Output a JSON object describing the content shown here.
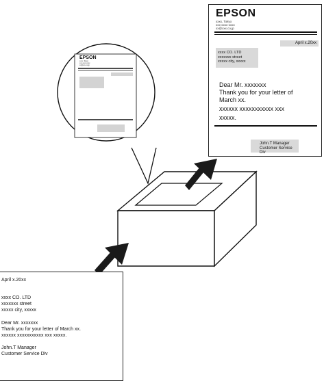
{
  "output_page": {
    "logo": "EPSON",
    "header_lines": [
      "xxxx, Tokyo",
      "xxx-xxxx-xxxx",
      "xx@xxx.co.jp"
    ],
    "date": "April x.20xx",
    "address_lines": [
      "xxxx CO. LTD",
      "xxxxxxx street",
      "xxxxx city, xxxxx"
    ],
    "body_lines": [
      "Dear Mr. xxxxxxx",
      "Thank you for your letter of",
      "March xx.",
      "xxxxxx xxxxxxxxxxx xxx",
      "xxxxx."
    ],
    "signature_lines": [
      "John.T Manager",
      "Customer Service Div"
    ]
  },
  "magnified_page": {
    "logo": "EPSON",
    "header_lines": [
      "xxxx, Tokyo",
      "xxx-xxxx-xxxx",
      "xx@xxx.co.jp"
    ]
  },
  "input_letter": {
    "lines": [
      "April x.20xx",
      "",
      "xxxx CO. LTD",
      "xxxxxxx street",
      "xxxxx city, xxxxx",
      "",
      "Dear Mr. xxxxxxx",
      "Thank you for your letter of March xx.",
      "xxxxxx xxxxxxxxxxx xxx xxxxx.",
      "",
      "John.T Manager",
      "Customer Service Div"
    ]
  },
  "colors": {
    "line": "#111111",
    "shade": "#d9d9d9",
    "arrow": "#1a1a1a",
    "background": "#ffffff"
  }
}
